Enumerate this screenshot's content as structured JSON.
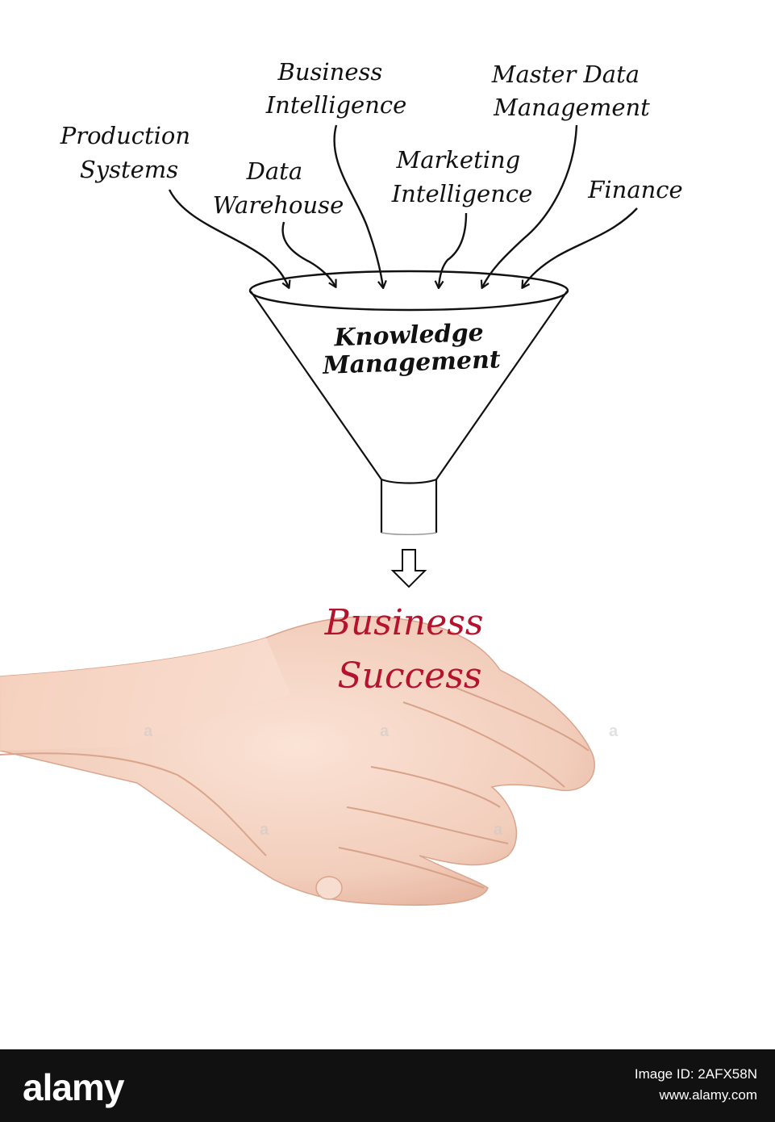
{
  "diagram": {
    "inputs": [
      {
        "id": "production",
        "lines": [
          "Production",
          "Systems"
        ]
      },
      {
        "id": "warehouse",
        "lines": [
          "Data",
          "Warehouse"
        ]
      },
      {
        "id": "bi",
        "lines": [
          "Business",
          "Intelligence"
        ]
      },
      {
        "id": "marketing",
        "lines": [
          "Marketing",
          "Intelligence"
        ]
      },
      {
        "id": "mdm",
        "lines": [
          "Master Data",
          "Management"
        ]
      },
      {
        "id": "finance",
        "lines": [
          "Finance"
        ]
      }
    ],
    "funnel_label": [
      "Knowledge",
      "Management"
    ],
    "output_label": [
      "Business",
      "Success"
    ],
    "output_color": "#b5122e"
  },
  "footer": {
    "brand": "alamy",
    "image_id": "Image ID: 2AFX58N",
    "site": "www.alamy.com"
  },
  "watermark": "a"
}
